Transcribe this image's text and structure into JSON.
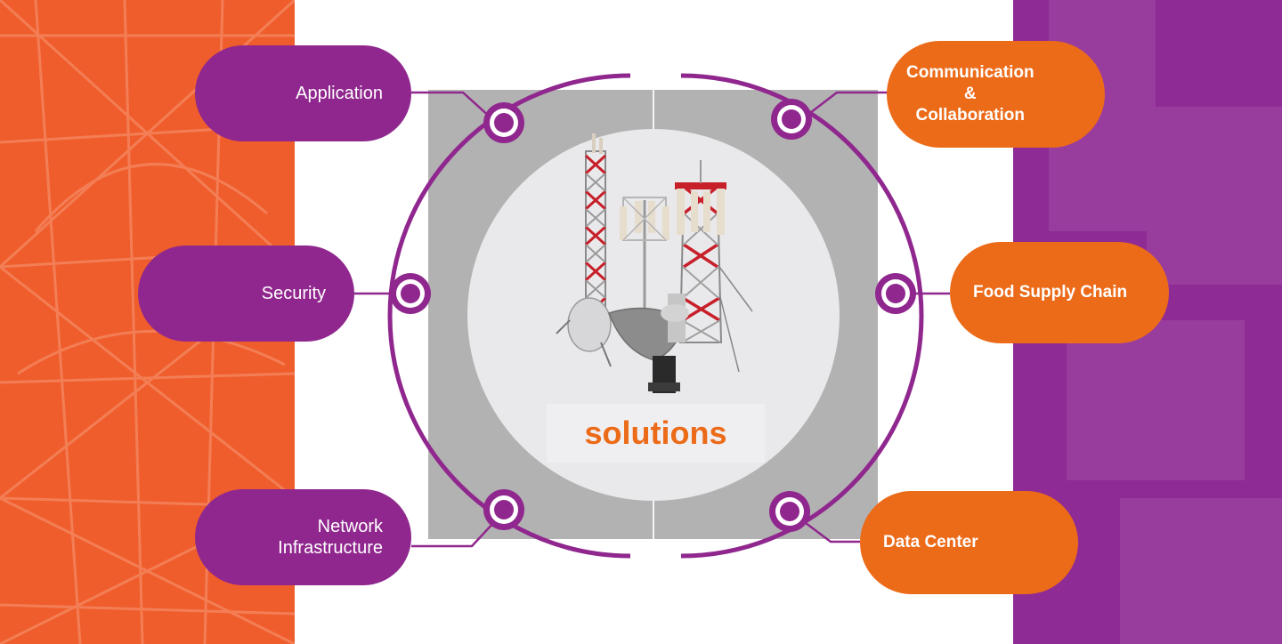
{
  "center": {
    "label": "solutions"
  },
  "left_items": [
    {
      "label": "Application"
    },
    {
      "label": "Security"
    },
    {
      "label_line1": "Network",
      "label_line2": "Infrastructure"
    }
  ],
  "right_items": [
    {
      "label_line1": "Communication",
      "label_line2": "&",
      "label_line3": "Collaboration"
    },
    {
      "label": "Food Supply Chain"
    },
    {
      "label": "Data Center"
    }
  ],
  "colors": {
    "orange": "#ec6b19",
    "purple": "#90278e",
    "frame_gray": "#b2b2b2",
    "inner_circle": "#e9e9ec"
  },
  "icons": {
    "center_image": "telecom-towers-illustration"
  }
}
